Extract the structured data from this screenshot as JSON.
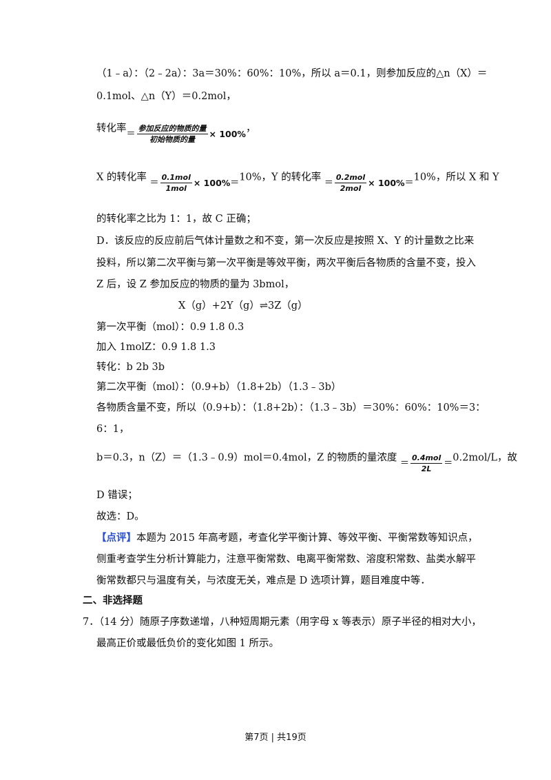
{
  "lines": {
    "l1": "（1﹣a）：（2﹣2a）：3a＝30%：60%：10%，所以 a＝0.1，则参加反应的△n（X）＝",
    "l2": "0.1mol、△n（Y）＝0.2mol，",
    "l3_pre": "转化率",
    "l3_num": "参加反应的物质的量",
    "l3_den": "初始物质的量",
    "l3_mul": "× 100%",
    "l3_tail": "，",
    "l4_a": "X 的转化率",
    "l4_f1_num": "0.1mol",
    "l4_f1_den": "1mol",
    "l4_b": "10%，Y 的转化率",
    "l4_f2_num": "0.2mol",
    "l4_f2_den": "2mol",
    "l4_c": "10%，所以 X 和 Y",
    "l5": "的转化率之比为 1：1，故 C 正确；",
    "l6": "D．该反应的反应前后气体计量数之和不变，第一次反应是按照 X、Y 的计量数之比来",
    "l7": "投料，所以第二次平衡与第一次平衡是等效平衡，两次平衡后各物质的含量不变，投入",
    "l8": "Z 后，设 Z 参加反应的物质的量为 3bmol，",
    "l9": "X（g）+2Y（g）⇌3Z（g）",
    "l10": "第一次平衡（mol）：0.9        1.8            0.3",
    "l11": "加入 1molZ：0.9         1.8             1.3",
    "l12": "转化：b             2b              3b",
    "l13": "第二次平衡（mol）：（0.9+b）（1.8+2b）（1.3﹣3b）",
    "l14": "各物质含量不变，所以（0.9+b）：（1.8+2b）：（1.3﹣3b）＝30%：60%：10%＝3：",
    "l15": "6：1，",
    "l16_a": "b＝0.3，n（Z）＝（1.3﹣0.9）mol＝0.4mol，Z 的物质的量浓度",
    "l16_f_num": "0.4mol",
    "l16_f_den": "2L",
    "l16_b": "0.2mol/L，故",
    "l17": "D 错误；",
    "l18": "故选：D。",
    "l19_tag": "【点评】",
    "l19": "本题为 2015 年高考题，考查化学平衡计算、等效平衡、平衡常数等知识点，",
    "l20": "侧重考查学生分析计算能力，注意平衡常数、电离平衡常数、溶度积常数、盐类水解平",
    "l21": "衡常数都只与温度有关，与浓度无关，难点是 D 选项计算，题目难度中等．",
    "l22": "二、非选择题",
    "l23": "7．（14 分）随原子序数递增，八种短周期元素（用字母 x 等表示）原子半径的相对大小，",
    "l24": "最高正价或最低负价的变化如图 1 所示。",
    "eq_sign": "＝",
    "mul100": "× 100%"
  },
  "footer": "第7页 | 共19页"
}
